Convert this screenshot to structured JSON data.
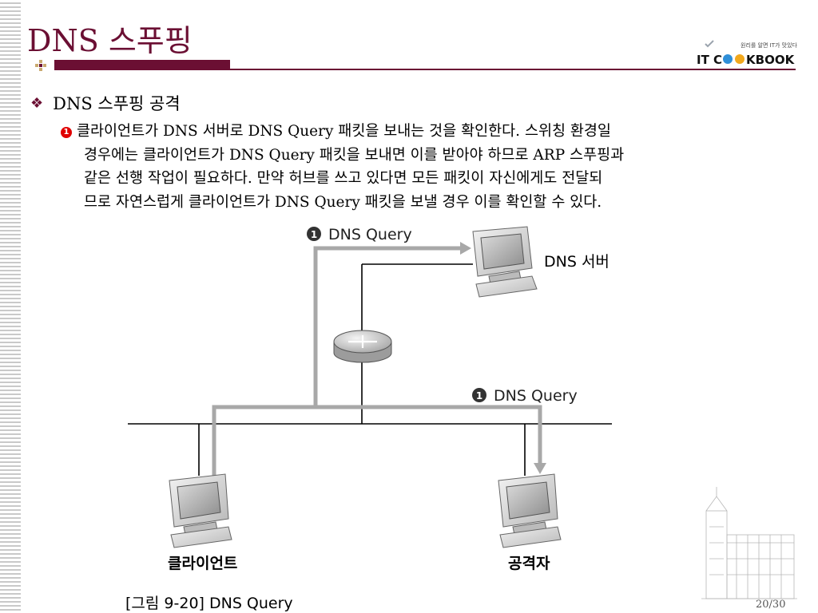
{
  "slide": {
    "title": "DNS 스푸핑",
    "page_number": "20/30"
  },
  "logo": {
    "tagline": "원리를 알면 IT가 맛있다",
    "brand_left": "IT C",
    "brand_right": "KBOOK"
  },
  "content": {
    "bullet": "DNS 스푸핑 공격",
    "item_marker": "1",
    "item_lines": [
      "클라이언트가 DNS 서버로 DNS Query 패킷을 보내는 것을 확인한다. 스위칭 환경일",
      "경우에는 클라이언트가 DNS Query 패킷을 보내면 이를 받아야 하므로 ARP 스푸핑과",
      "같은 선행 작업이 필요하다. 만약 허브를 쓰고 있다면 모든 패킷이 자신에게도 전달되",
      "므로 자연스럽게 클라이언트가 DNS Query 패킷을 보낼 경우 이를 확인할 수 있다."
    ]
  },
  "diagram": {
    "query_label_top": "DNS Query",
    "query_label_bottom": "DNS Query",
    "step_marker": "1",
    "server_label": "DNS 서버",
    "client_label": "클라이언트",
    "attacker_label": "공격자",
    "caption": "[그림 9-20] DNS Query"
  }
}
